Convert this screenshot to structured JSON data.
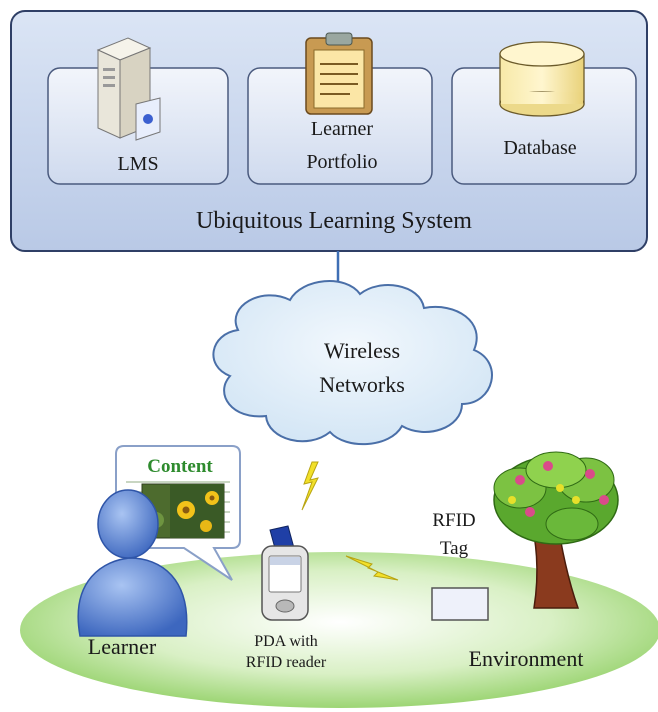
{
  "system": {
    "title": "Ubiquitous Learning System",
    "components": [
      {
        "label": "LMS",
        "icon": "server-icon"
      },
      {
        "label_line1": "Learner",
        "label_line2": "Portfolio",
        "icon": "clipboard-icon"
      },
      {
        "label": "Database",
        "icon": "database-icon"
      }
    ]
  },
  "network": {
    "line1": "Wireless",
    "line2": "Networks",
    "icon": "cloud-icon"
  },
  "learner": {
    "label": "Learner",
    "bubble_title": "Content"
  },
  "device": {
    "line1": "PDA with",
    "line2": "RFID reader",
    "icon": "pda-icon"
  },
  "tag": {
    "line1": "RFID",
    "line2": "Tag"
  },
  "environment": {
    "label": "Environment",
    "icon": "tree-icon"
  },
  "colors": {
    "panel_fill": "#c9d6ec",
    "panel_border": "#2f3f66",
    "box_fill": "#dfe6f4",
    "cloud_fill": "#dcebf7",
    "cloud_stroke": "#4a6fa8",
    "ground": "#a8d880",
    "person": "#5b86d4",
    "lightning": "#f2e02a",
    "content_text": "#2e8b2e"
  }
}
